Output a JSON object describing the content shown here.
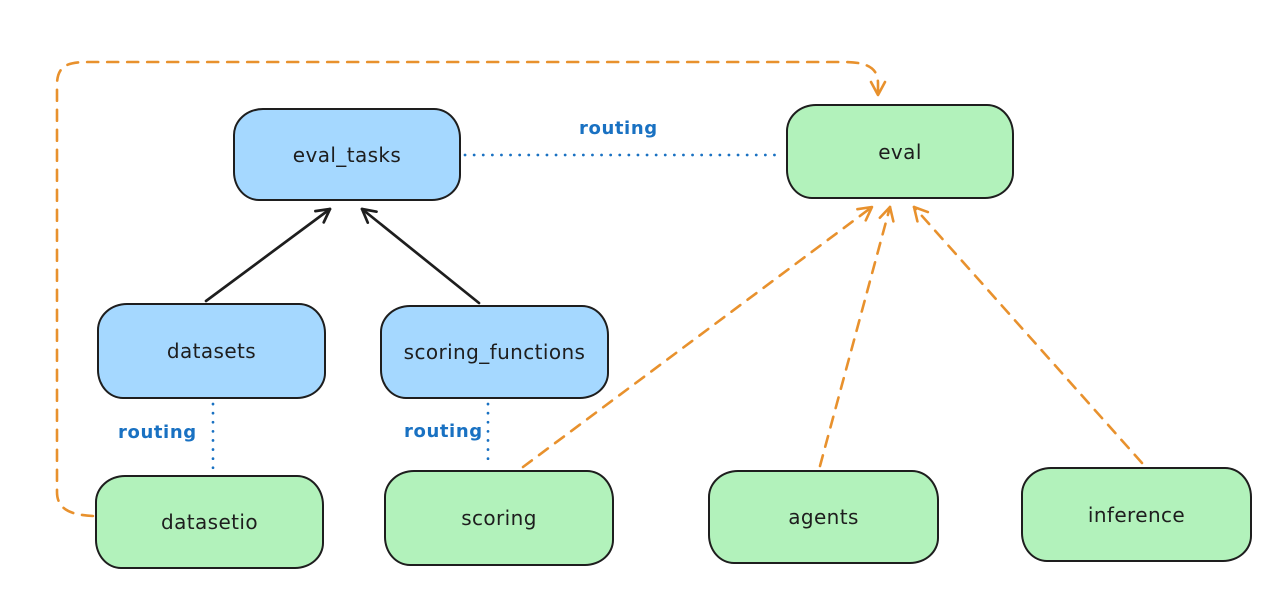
{
  "diagram": {
    "background": "#ffffff",
    "colors": {
      "background": "#ffffff",
      "blue_fill": "#a5d8ff",
      "green_fill": "#b2f2bb",
      "stroke": "#1e1e1e",
      "routing_line": "#1971c2",
      "provider_line": "#e8912d"
    },
    "nodes": [
      {
        "id": "eval_tasks",
        "label": "eval_tasks",
        "color": "blue"
      },
      {
        "id": "eval",
        "label": "eval",
        "color": "green"
      },
      {
        "id": "datasets",
        "label": "datasets",
        "color": "blue"
      },
      {
        "id": "scoring_functions",
        "label": "scoring_functions",
        "color": "blue"
      },
      {
        "id": "datasetio",
        "label": "datasetio",
        "color": "green"
      },
      {
        "id": "scoring",
        "label": "scoring",
        "color": "green"
      },
      {
        "id": "agents",
        "label": "agents",
        "color": "green"
      },
      {
        "id": "inference",
        "label": "inference",
        "color": "green"
      }
    ],
    "edges": [
      {
        "from": "datasets",
        "to": "eval_tasks",
        "style": "solid-arrow",
        "label": ""
      },
      {
        "from": "scoring_functions",
        "to": "eval_tasks",
        "style": "solid-arrow",
        "label": ""
      },
      {
        "from": "eval_tasks",
        "to": "eval",
        "style": "dotted",
        "label": "routing"
      },
      {
        "from": "datasets",
        "to": "datasetio",
        "style": "dotted",
        "label": "routing"
      },
      {
        "from": "scoring_functions",
        "to": "scoring",
        "style": "dotted",
        "label": "routing"
      },
      {
        "from": "datasetio",
        "to": "eval",
        "style": "dashed-arrow",
        "label": ""
      },
      {
        "from": "scoring",
        "to": "eval",
        "style": "dashed-arrow",
        "label": ""
      },
      {
        "from": "agents",
        "to": "eval",
        "style": "dashed-arrow",
        "label": ""
      },
      {
        "from": "inference",
        "to": "eval",
        "style": "dashed-arrow",
        "label": ""
      }
    ]
  }
}
